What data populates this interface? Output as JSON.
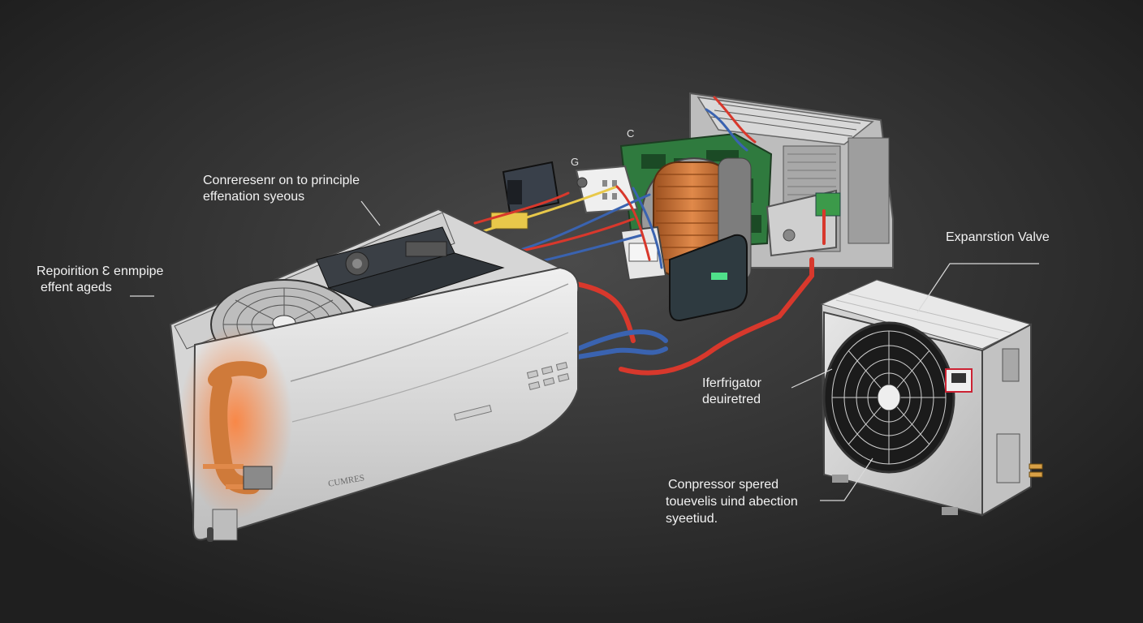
{
  "labels": {
    "compressor_top": {
      "line1": "Conreresenr on to principle",
      "line2": "effenation syeous"
    },
    "left_side": {
      "line1": "Repoirition Ɛ enmpipe",
      "line2": "effent ageds"
    },
    "expansion_valve": {
      "line1": "Expanrstion Valve"
    },
    "refrigerator": {
      "line1": "Iferfrigator",
      "line2": "deuiretred"
    },
    "compressor_bottom": {
      "line1": "Conpressor spered",
      "line2": "touevelis uind abection",
      "line3": "syeetiud."
    }
  },
  "callout_letters": {
    "a": "G",
    "b": "C"
  },
  "unit_branding": {
    "indoor": "CUMRES"
  },
  "colors": {
    "background": "#2b2b2b",
    "hot_pipe": "#d8382c",
    "cold_pipe": "#3a63b0",
    "signal_wire": "#e8c84a",
    "copper": "#cf7a3a",
    "pcb_green": "#2f7a3e",
    "unit_white": "#e4e4e4"
  }
}
